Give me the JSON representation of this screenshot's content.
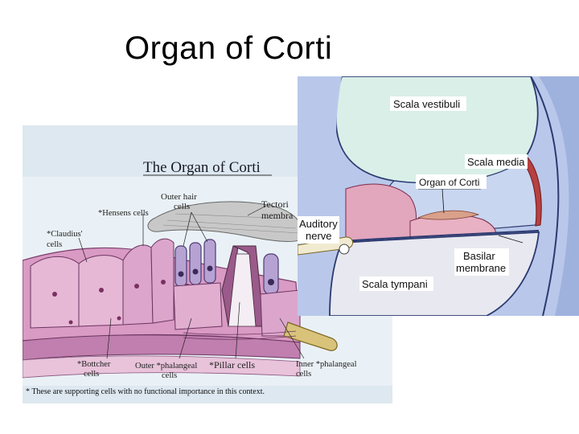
{
  "slide": {
    "title": "Organ of Corti"
  },
  "left_figure": {
    "title": "The Organ of Corti",
    "labels": {
      "outer_hair_cells_1": "Outer hair",
      "outer_hair_cells_2": "cells",
      "tectorial_1": "Tectori",
      "tectorial_2": "membra",
      "hensens": "*Hensens cells",
      "claudius_1": "*Claudius'",
      "claudius_2": "cells",
      "bottcher_1": "*Bottcher",
      "bottcher_2": "cells",
      "outer_phalangeal_1": "Outer *phalangeal",
      "outer_phalangeal_2": "cells",
      "pillar": "*Pillar cells",
      "inner_phalangeal_1": "Inner *phalangeal",
      "inner_phalangeal_2": "cells"
    },
    "footnote": "* These are supporting cells with no functional importance in this context."
  },
  "right_figure": {
    "labels": {
      "scala_vestibuli": "Scala vestibuli",
      "scala_media": "Scala media",
      "organ_of_corti": "Organ of Corti",
      "auditory_1": "Auditory",
      "auditory_2": "nerve",
      "basilar_1": "Basilar",
      "basilar_2": "membrane",
      "scala_tympani": "Scala tympani"
    }
  },
  "colors": {
    "left_bg": "#dde8f0",
    "tissue_pink": "#d99ac4",
    "membrane_gray": "#c8c8c8",
    "cochlea_blue": "#b9c8ea",
    "scala_vestibuli_fill": "#d9efe8",
    "scala_tympani_fill": "#e8e8f0",
    "stria_red": "#b84040"
  }
}
